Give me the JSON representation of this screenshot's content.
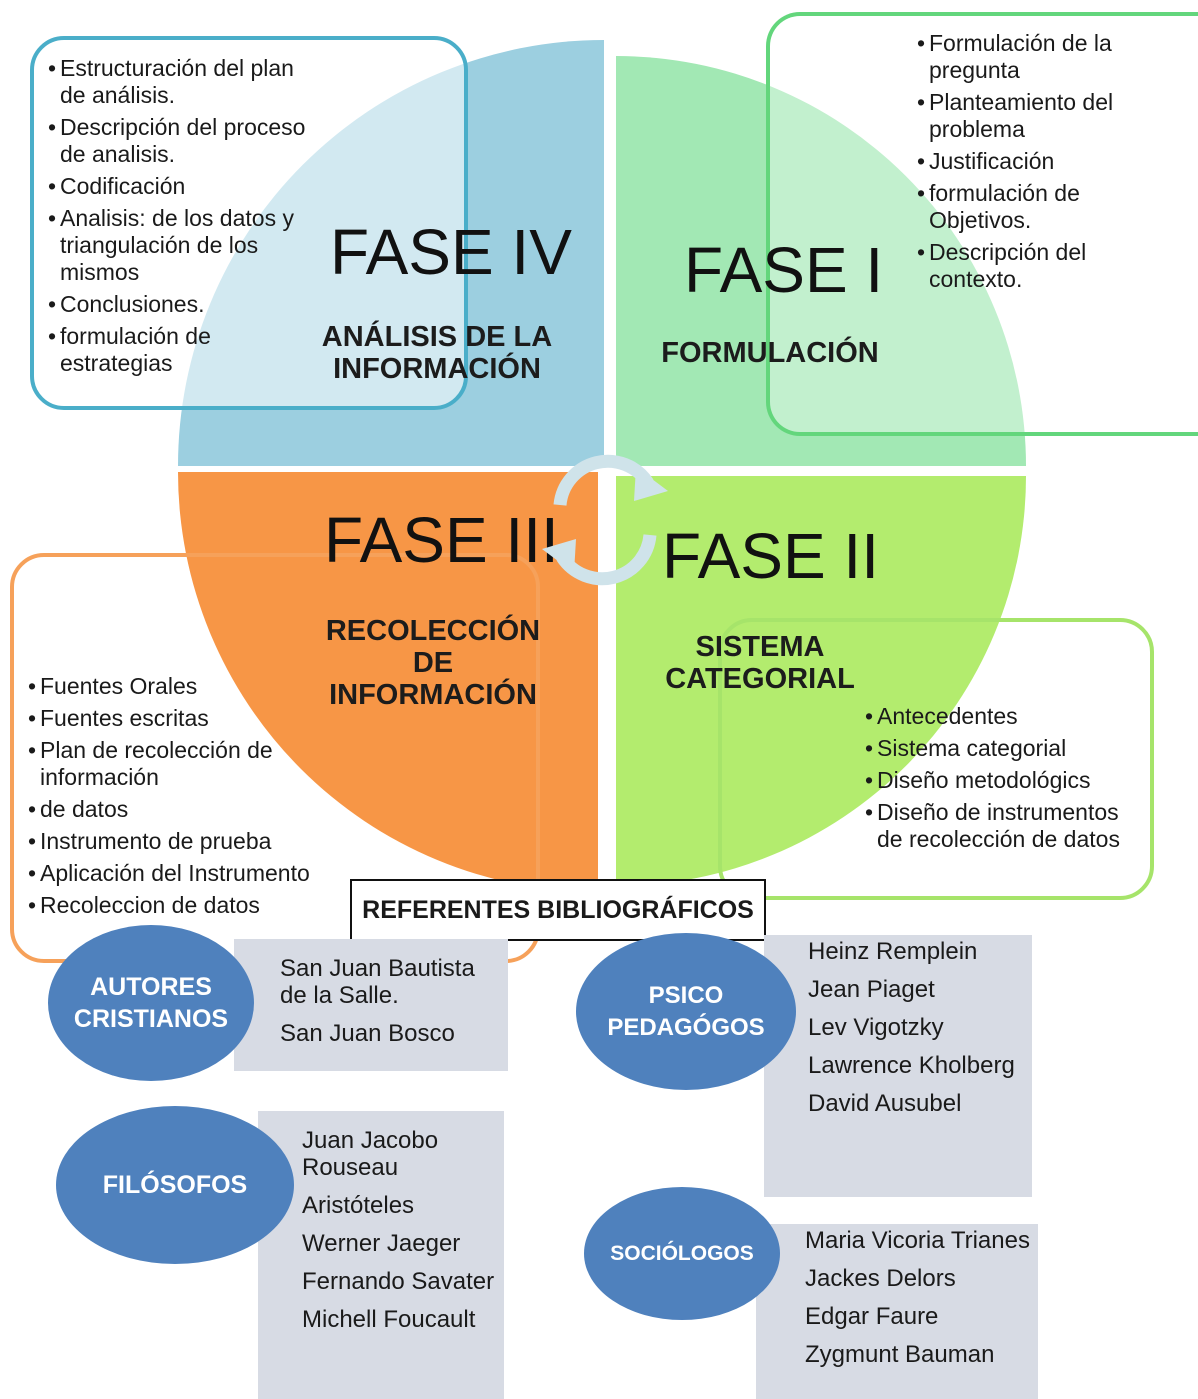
{
  "colors": {
    "phase1_fill": "#a2e8b4",
    "phase2_fill": "#b3ec6e",
    "phase3_fill": "#f79646",
    "phase4_fill": "#9ccfe0",
    "phase1_border": "#63d67c",
    "phase2_border": "#a6e46a",
    "phase3_border": "#f6a15a",
    "phase4_border": "#4aaec9",
    "cycle_arrows": "#cfe3ea",
    "oval_fill": "#4f81bd",
    "panel_fill": "#d7dbe4"
  },
  "icons": [
    "cycle-arrows-icon"
  ],
  "phases": {
    "phase1": {
      "title": "FASE I",
      "subtitle": "FORMULACIÓN"
    },
    "phase2": {
      "title": "FASE II",
      "subtitle": "SISTEMA CATEGORIAL"
    },
    "phase3": {
      "title": "FASE III",
      "subtitle": "RECOLECCIÓN DE INFORMACIÓN"
    },
    "phase4": {
      "title": "FASE IV",
      "subtitle": "ANÁLISIS DE LA INFORMACIÓN"
    }
  },
  "phase_boxes": {
    "phase4": [
      "Estructuración del plan de análisis.",
      "Descripción del proceso de analisis.",
      "Codificación",
      "Analisis: de los datos y triangulación de los mismos",
      "Conclusiones.",
      "formulación de estrategias"
    ],
    "phase1": [
      "Formulación de la pregunta",
      "Planteamiento del problema",
      "Justificación",
      "formulación de Objetivos.",
      "Descripción del contexto."
    ],
    "phase3": [
      "Fuentes Orales",
      "Fuentes escritas",
      "Plan de recolección de información",
      "de datos",
      "Instrumento de prueba",
      "Aplicación del Instrumento",
      "Recoleccion de datos"
    ],
    "phase2": [
      "Antecedentes",
      "Sistema categorial",
      "Diseño metodológics",
      "Diseño de instrumentos de recolección de datos"
    ]
  },
  "references": {
    "title": "REFERENTES BIBLIOGRÁFICOS",
    "groups": {
      "cristianos": {
        "label": "AUTORES CRISTIANOS",
        "names": [
          "San Juan Bautista de la Salle.",
          "San Juan Bosco"
        ]
      },
      "psicopedagogos": {
        "label": "PSICO PEDAGÓGOS",
        "names": [
          "Heinz Remplein",
          "Jean Piaget",
          "Lev Vigotzky",
          "Lawrence Kholberg",
          "David Ausubel"
        ]
      },
      "filosofos": {
        "label": "FILÓSOFOS",
        "names": [
          "Juan Jacobo Rouseau",
          "Aristóteles",
          "Werner Jaeger",
          "Fernando Savater",
          "Michell Foucault"
        ]
      },
      "sociologos": {
        "label": "SOCIÓLOGOS",
        "names": [
          "Maria Vicoria Trianes",
          "Jackes Delors",
          "Edgar Faure",
          "Zygmunt Bauman"
        ]
      }
    }
  }
}
